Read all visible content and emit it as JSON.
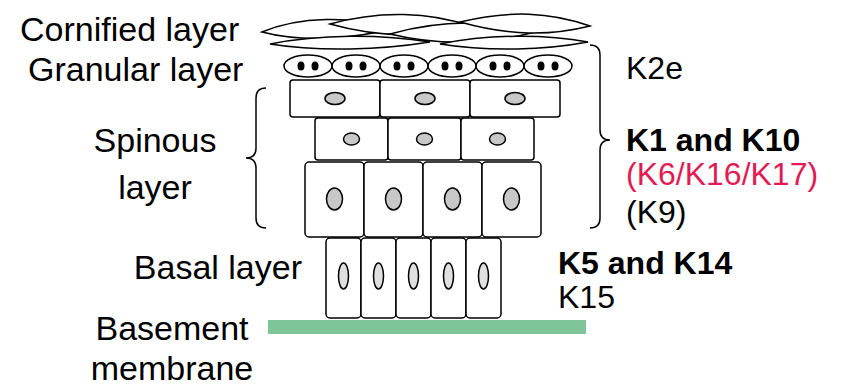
{
  "diagram": {
    "labels": [
      "Cornified layer",
      "Granular layer",
      "Spinous layer",
      "Basal layer",
      "Basement membrane",
      "K2e",
      "K1 and K10",
      "(K6/K16/K17)",
      "(K9)",
      "K5 and K14",
      "K15"
    ]
  }
}
